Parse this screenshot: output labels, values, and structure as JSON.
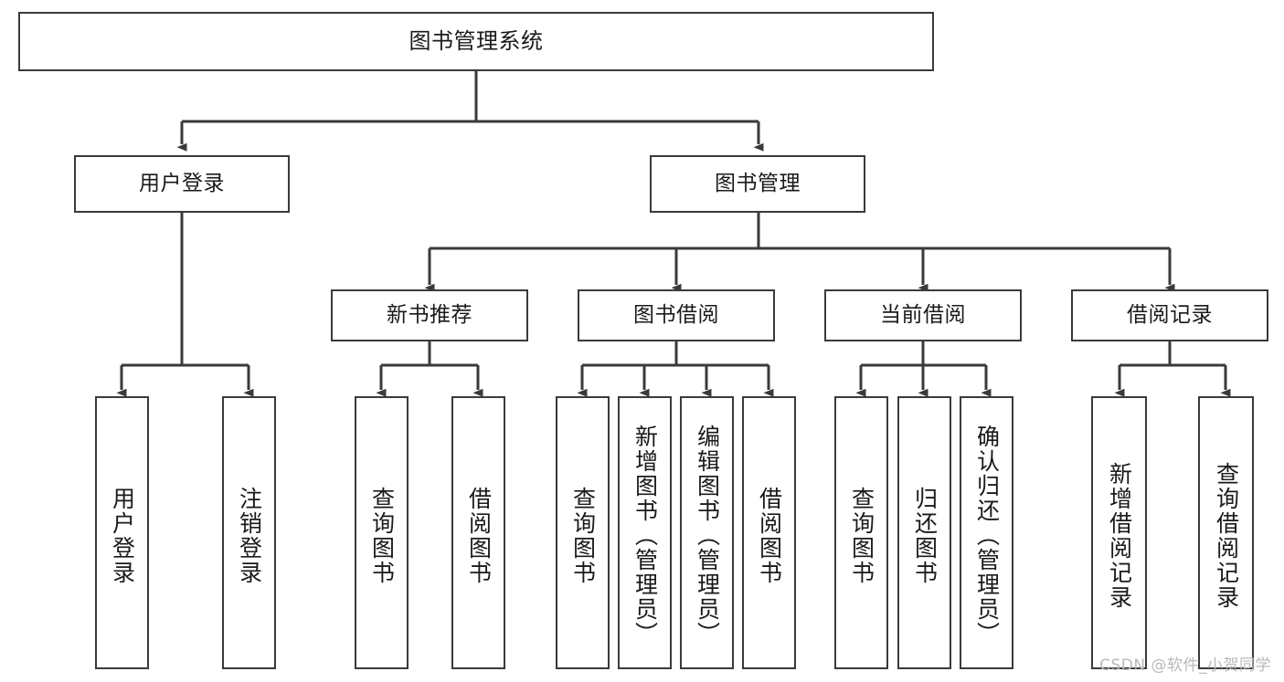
{
  "diagram": {
    "type": "tree-hierarchy",
    "title": "图书管理系统",
    "watermark": "CSDN @软件_小贺同学",
    "colors": {
      "box_border": "#3a3a3a",
      "box_fill": "#ffffff",
      "connector": "#3a3a3a",
      "text": "#1a1a1a",
      "watermark": "#b9b9b9",
      "background": "#ffffff"
    },
    "nodes": {
      "root": {
        "label": "图书管理系统",
        "level": 1
      },
      "user_login": {
        "label": "用户登录",
        "level": 2
      },
      "book_manage": {
        "label": "图书管理",
        "level": 2
      },
      "new_book_rec": {
        "label": "新书推荐",
        "level": 3
      },
      "book_borrow": {
        "label": "图书借阅",
        "level": 3
      },
      "current_borrow": {
        "label": "当前借阅",
        "level": 3
      },
      "borrow_record": {
        "label": "借阅记录",
        "level": 3
      },
      "leaf_user_login": {
        "label": "用户登录",
        "level": 3
      },
      "leaf_logout": {
        "label": "注销登录",
        "level": 3
      },
      "leaf_query_book_1": {
        "label": "查询图书",
        "level": 4
      },
      "leaf_borrow_book_1": {
        "label": "借阅图书",
        "level": 4
      },
      "leaf_query_book_2": {
        "label": "查询图书",
        "level": 4
      },
      "leaf_add_book": {
        "label": "新增图书（管理员）",
        "level": 4
      },
      "leaf_edit_book": {
        "label": "编辑图书（管理员）",
        "level": 4
      },
      "leaf_borrow_book_2": {
        "label": "借阅图书",
        "level": 4
      },
      "leaf_query_book_3": {
        "label": "查询图书",
        "level": 4
      },
      "leaf_return_book": {
        "label": "归还图书",
        "level": 4
      },
      "leaf_confirm_return": {
        "label": "确认归还（管理员）",
        "level": 4
      },
      "leaf_add_record": {
        "label": "新增借阅记录",
        "level": 4
      },
      "leaf_query_record": {
        "label": "查询借阅记录",
        "level": 4
      }
    },
    "edges": [
      {
        "from": "root",
        "to": "user_login"
      },
      {
        "from": "root",
        "to": "book_manage"
      },
      {
        "from": "user_login",
        "to": "leaf_user_login"
      },
      {
        "from": "user_login",
        "to": "leaf_logout"
      },
      {
        "from": "book_manage",
        "to": "new_book_rec"
      },
      {
        "from": "book_manage",
        "to": "book_borrow"
      },
      {
        "from": "book_manage",
        "to": "current_borrow"
      },
      {
        "from": "book_manage",
        "to": "borrow_record"
      },
      {
        "from": "new_book_rec",
        "to": "leaf_query_book_1"
      },
      {
        "from": "new_book_rec",
        "to": "leaf_borrow_book_1"
      },
      {
        "from": "book_borrow",
        "to": "leaf_query_book_2"
      },
      {
        "from": "book_borrow",
        "to": "leaf_add_book"
      },
      {
        "from": "book_borrow",
        "to": "leaf_edit_book"
      },
      {
        "from": "book_borrow",
        "to": "leaf_borrow_book_2"
      },
      {
        "from": "current_borrow",
        "to": "leaf_query_book_3"
      },
      {
        "from": "current_borrow",
        "to": "leaf_return_book"
      },
      {
        "from": "current_borrow",
        "to": "leaf_confirm_return"
      },
      {
        "from": "borrow_record",
        "to": "leaf_add_record"
      },
      {
        "from": "borrow_record",
        "to": "leaf_query_record"
      }
    ]
  }
}
